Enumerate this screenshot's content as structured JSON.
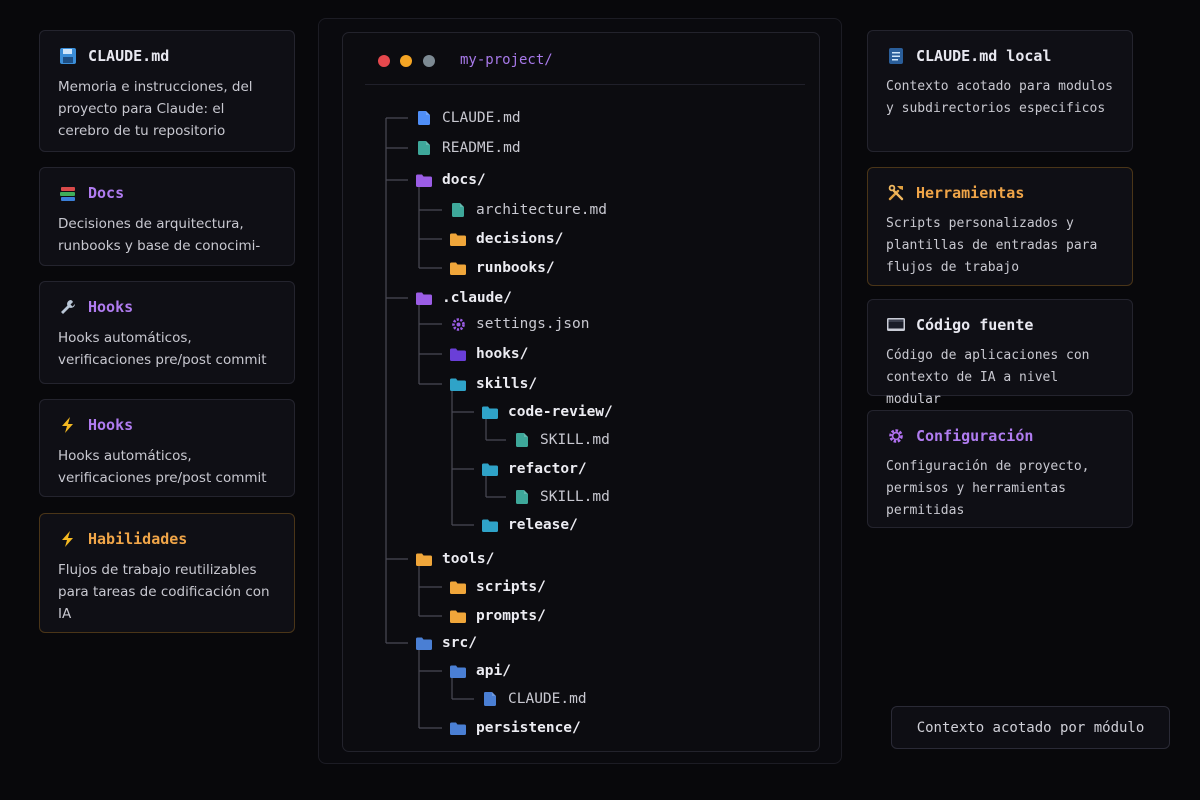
{
  "left_cards": [
    {
      "icon": "floppy-icon",
      "title": "CLAUDE.md",
      "desc": "Memoria e instrucciones, del proyecto para Claude: el cerebro de tu repositorio",
      "color": "#e8e8f0"
    },
    {
      "icon": "books-icon",
      "title": "Docs",
      "desc": "Decisiones de arquitectura, runbooks y base de conocimi-",
      "color": "#b07cf0"
    },
    {
      "icon": "wrench-icon",
      "title": "Hooks",
      "desc": "Hooks automáticos, verificaciones pre/post commit",
      "color": "#b07cf0"
    },
    {
      "icon": "lightning-icon",
      "title": "Hooks",
      "desc": "Hooks automáticos, verificaciones pre/post commit",
      "color": "#b07cf0"
    },
    {
      "icon": "lightning-icon",
      "title": "Habilidades",
      "desc": "Flujos de trabajo reutilizables para tareas de codificación con IA",
      "color": "#f0a548"
    }
  ],
  "right_cards": [
    {
      "icon": "document-icon",
      "title": "CLAUDE.md local",
      "desc": "Contexto acotado para modulos y subdirectorios especificos",
      "color": "#e8e8f0"
    },
    {
      "icon": "tools-icon",
      "title": "Herramientas",
      "desc": "Scripts personalizados y plantillas de entradas para flujos de trabajo",
      "color": "#f0a548"
    },
    {
      "icon": "monitor-icon",
      "title": "Código fuente",
      "desc": "Código de aplicaciones con contexto de IA a nivel modular",
      "color": "#e8e8f0"
    },
    {
      "icon": "gear-icon",
      "title": "Configuración",
      "desc": "Configuración de proyecto, permisos y herramientas permitidas",
      "color": "#b07cf0"
    }
  ],
  "terminal": {
    "title": "my-project/",
    "dot_colors": [
      "#e5484d",
      "#f5a524",
      "#7d8a93"
    ]
  },
  "tree": [
    {
      "label": "CLAUDE.md",
      "depth": 0,
      "kind": "file",
      "color": "#4f8ef7"
    },
    {
      "label": "README.md",
      "depth": 0,
      "kind": "file",
      "color": "#3ea89a"
    },
    {
      "label": "docs/",
      "depth": 0,
      "kind": "folder",
      "color": "#9b5de5"
    },
    {
      "label": "architecture.md",
      "depth": 1,
      "kind": "file",
      "color": "#3ea89a"
    },
    {
      "label": "decisions/",
      "depth": 1,
      "kind": "folder",
      "color": "#f0a63a"
    },
    {
      "label": "runbooks/",
      "depth": 1,
      "kind": "folder",
      "color": "#f0a63a"
    },
    {
      "label": ".claude/",
      "depth": 0,
      "kind": "folder",
      "color": "#9b5de5"
    },
    {
      "label": "settings.json",
      "depth": 1,
      "kind": "gear",
      "color": "#9b5de5"
    },
    {
      "label": "hooks/",
      "depth": 1,
      "kind": "folder",
      "color": "#6a3fd8"
    },
    {
      "label": "skills/",
      "depth": 1,
      "kind": "folder",
      "color": "#2fa3c8"
    },
    {
      "label": "code-review/",
      "depth": 2,
      "kind": "folder",
      "color": "#2fa3c8"
    },
    {
      "label": "SKILL.md",
      "depth": 3,
      "kind": "file",
      "color": "#3ea89a"
    },
    {
      "label": "refactor/",
      "depth": 2,
      "kind": "folder",
      "color": "#2fa3c8"
    },
    {
      "label": "SKILL.md",
      "depth": 3,
      "kind": "file",
      "color": "#3ea89a"
    },
    {
      "label": "release/",
      "depth": 2,
      "kind": "folder",
      "color": "#2fa3c8"
    },
    {
      "label": "tools/",
      "depth": 0,
      "kind": "folder",
      "color": "#f0a63a"
    },
    {
      "label": "scripts/",
      "depth": 1,
      "kind": "folder",
      "color": "#f0a63a"
    },
    {
      "label": "prompts/",
      "depth": 1,
      "kind": "folder",
      "color": "#f0a63a"
    },
    {
      "label": "src/",
      "depth": 0,
      "kind": "folder",
      "color": "#4a7fd4"
    },
    {
      "label": "api/",
      "depth": 1,
      "kind": "folder",
      "color": "#4a7fd4"
    },
    {
      "label": "CLAUDE.md",
      "depth": 2,
      "kind": "file",
      "color": "#4a7fd4"
    },
    {
      "label": "persistence/",
      "depth": 1,
      "kind": "folder",
      "color": "#4a7fd4"
    }
  ],
  "badge": {
    "label": "Contexto acotado por módulo"
  }
}
